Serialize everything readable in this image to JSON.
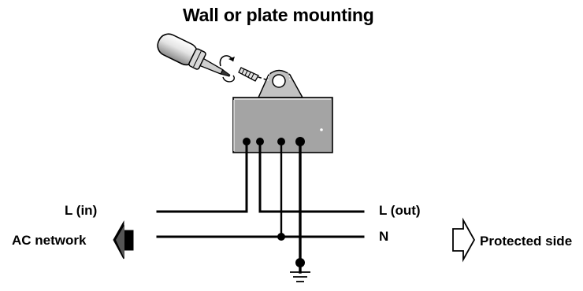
{
  "diagram": {
    "title": "Wall or plate mounting",
    "labels": {
      "line_in": "L (in)",
      "ac_network": "AC network",
      "line_out": "L (out)",
      "neutral": "N",
      "protected_side": "Protected side"
    },
    "icons": [
      "screwdriver-icon",
      "screw-icon",
      "mounting-bracket-icon",
      "surge-protector-icon",
      "ground-icon",
      "left-arrow-icon",
      "right-arrow-icon"
    ],
    "colors": {
      "device_body": "#a4a4a4",
      "bracket": "#c2c2c2",
      "wire": "#000000"
    }
  }
}
